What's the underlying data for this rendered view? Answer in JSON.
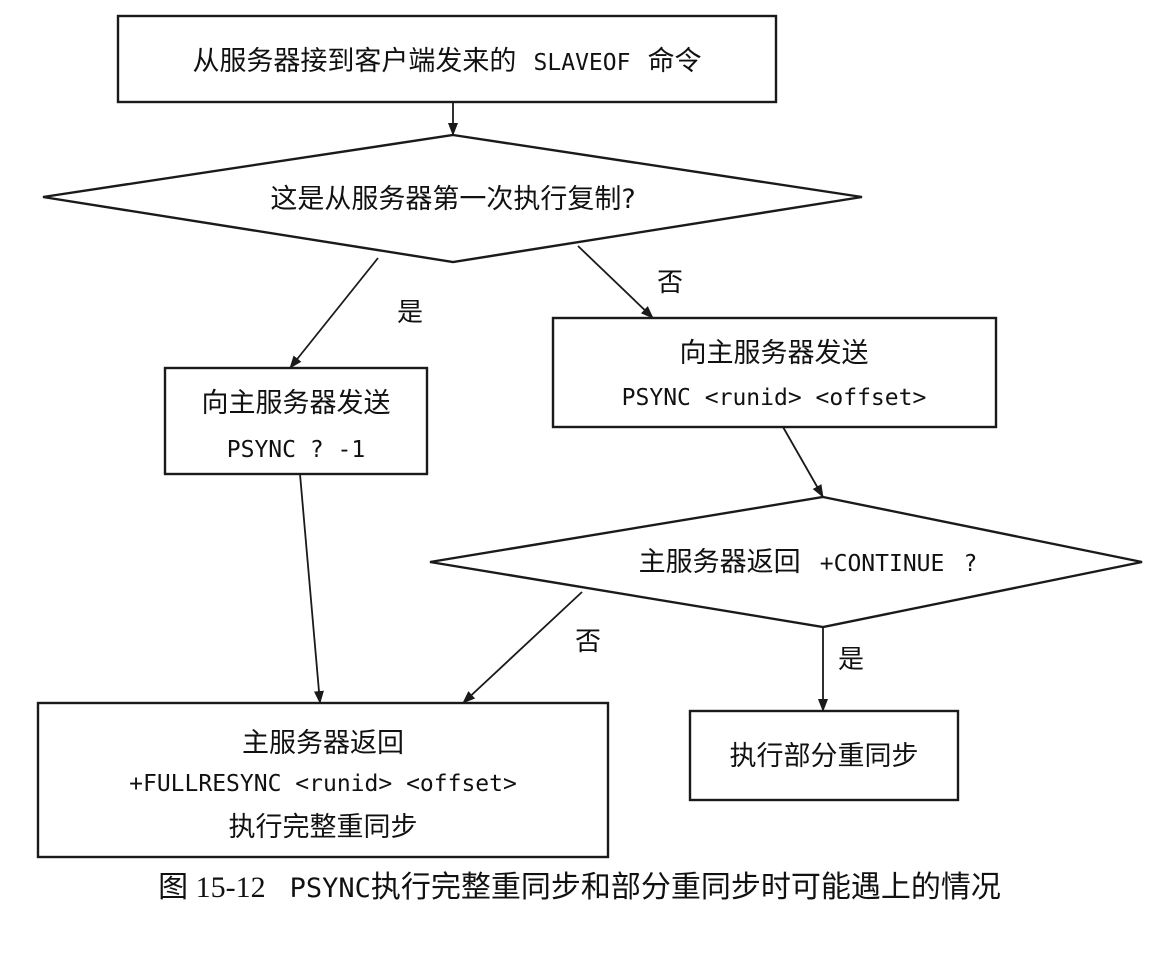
{
  "diagram": {
    "start": {
      "text": "从服务器接到客户端发来的",
      "cmd": "SLAVEOF",
      "suffix": "命令"
    },
    "decision_first": {
      "text": "这是从服务器第一次执行复制?"
    },
    "yes_label_1": "是",
    "no_label_1": "否",
    "send_full": {
      "line1": "向主服务器发送",
      "line2": "PSYNC ? -1"
    },
    "send_partial": {
      "line1": "向主服务器发送",
      "line2": "PSYNC <runid> <offset>"
    },
    "decision_continue": {
      "text": "主服务器返回",
      "code": "+CONTINUE",
      "suffix": "?"
    },
    "no_label_2": "否",
    "yes_label_2": "是",
    "full_result": {
      "line1": "主服务器返回",
      "line2": "+FULLRESYNC <runid> <offset>",
      "line3": "执行完整重同步"
    },
    "partial_result": {
      "text": "执行部分重同步"
    }
  },
  "caption": {
    "number": "图 15-12",
    "cmd": "PSYNC",
    "text": "执行完整重同步和部分重同步时可能遇上的情况"
  }
}
